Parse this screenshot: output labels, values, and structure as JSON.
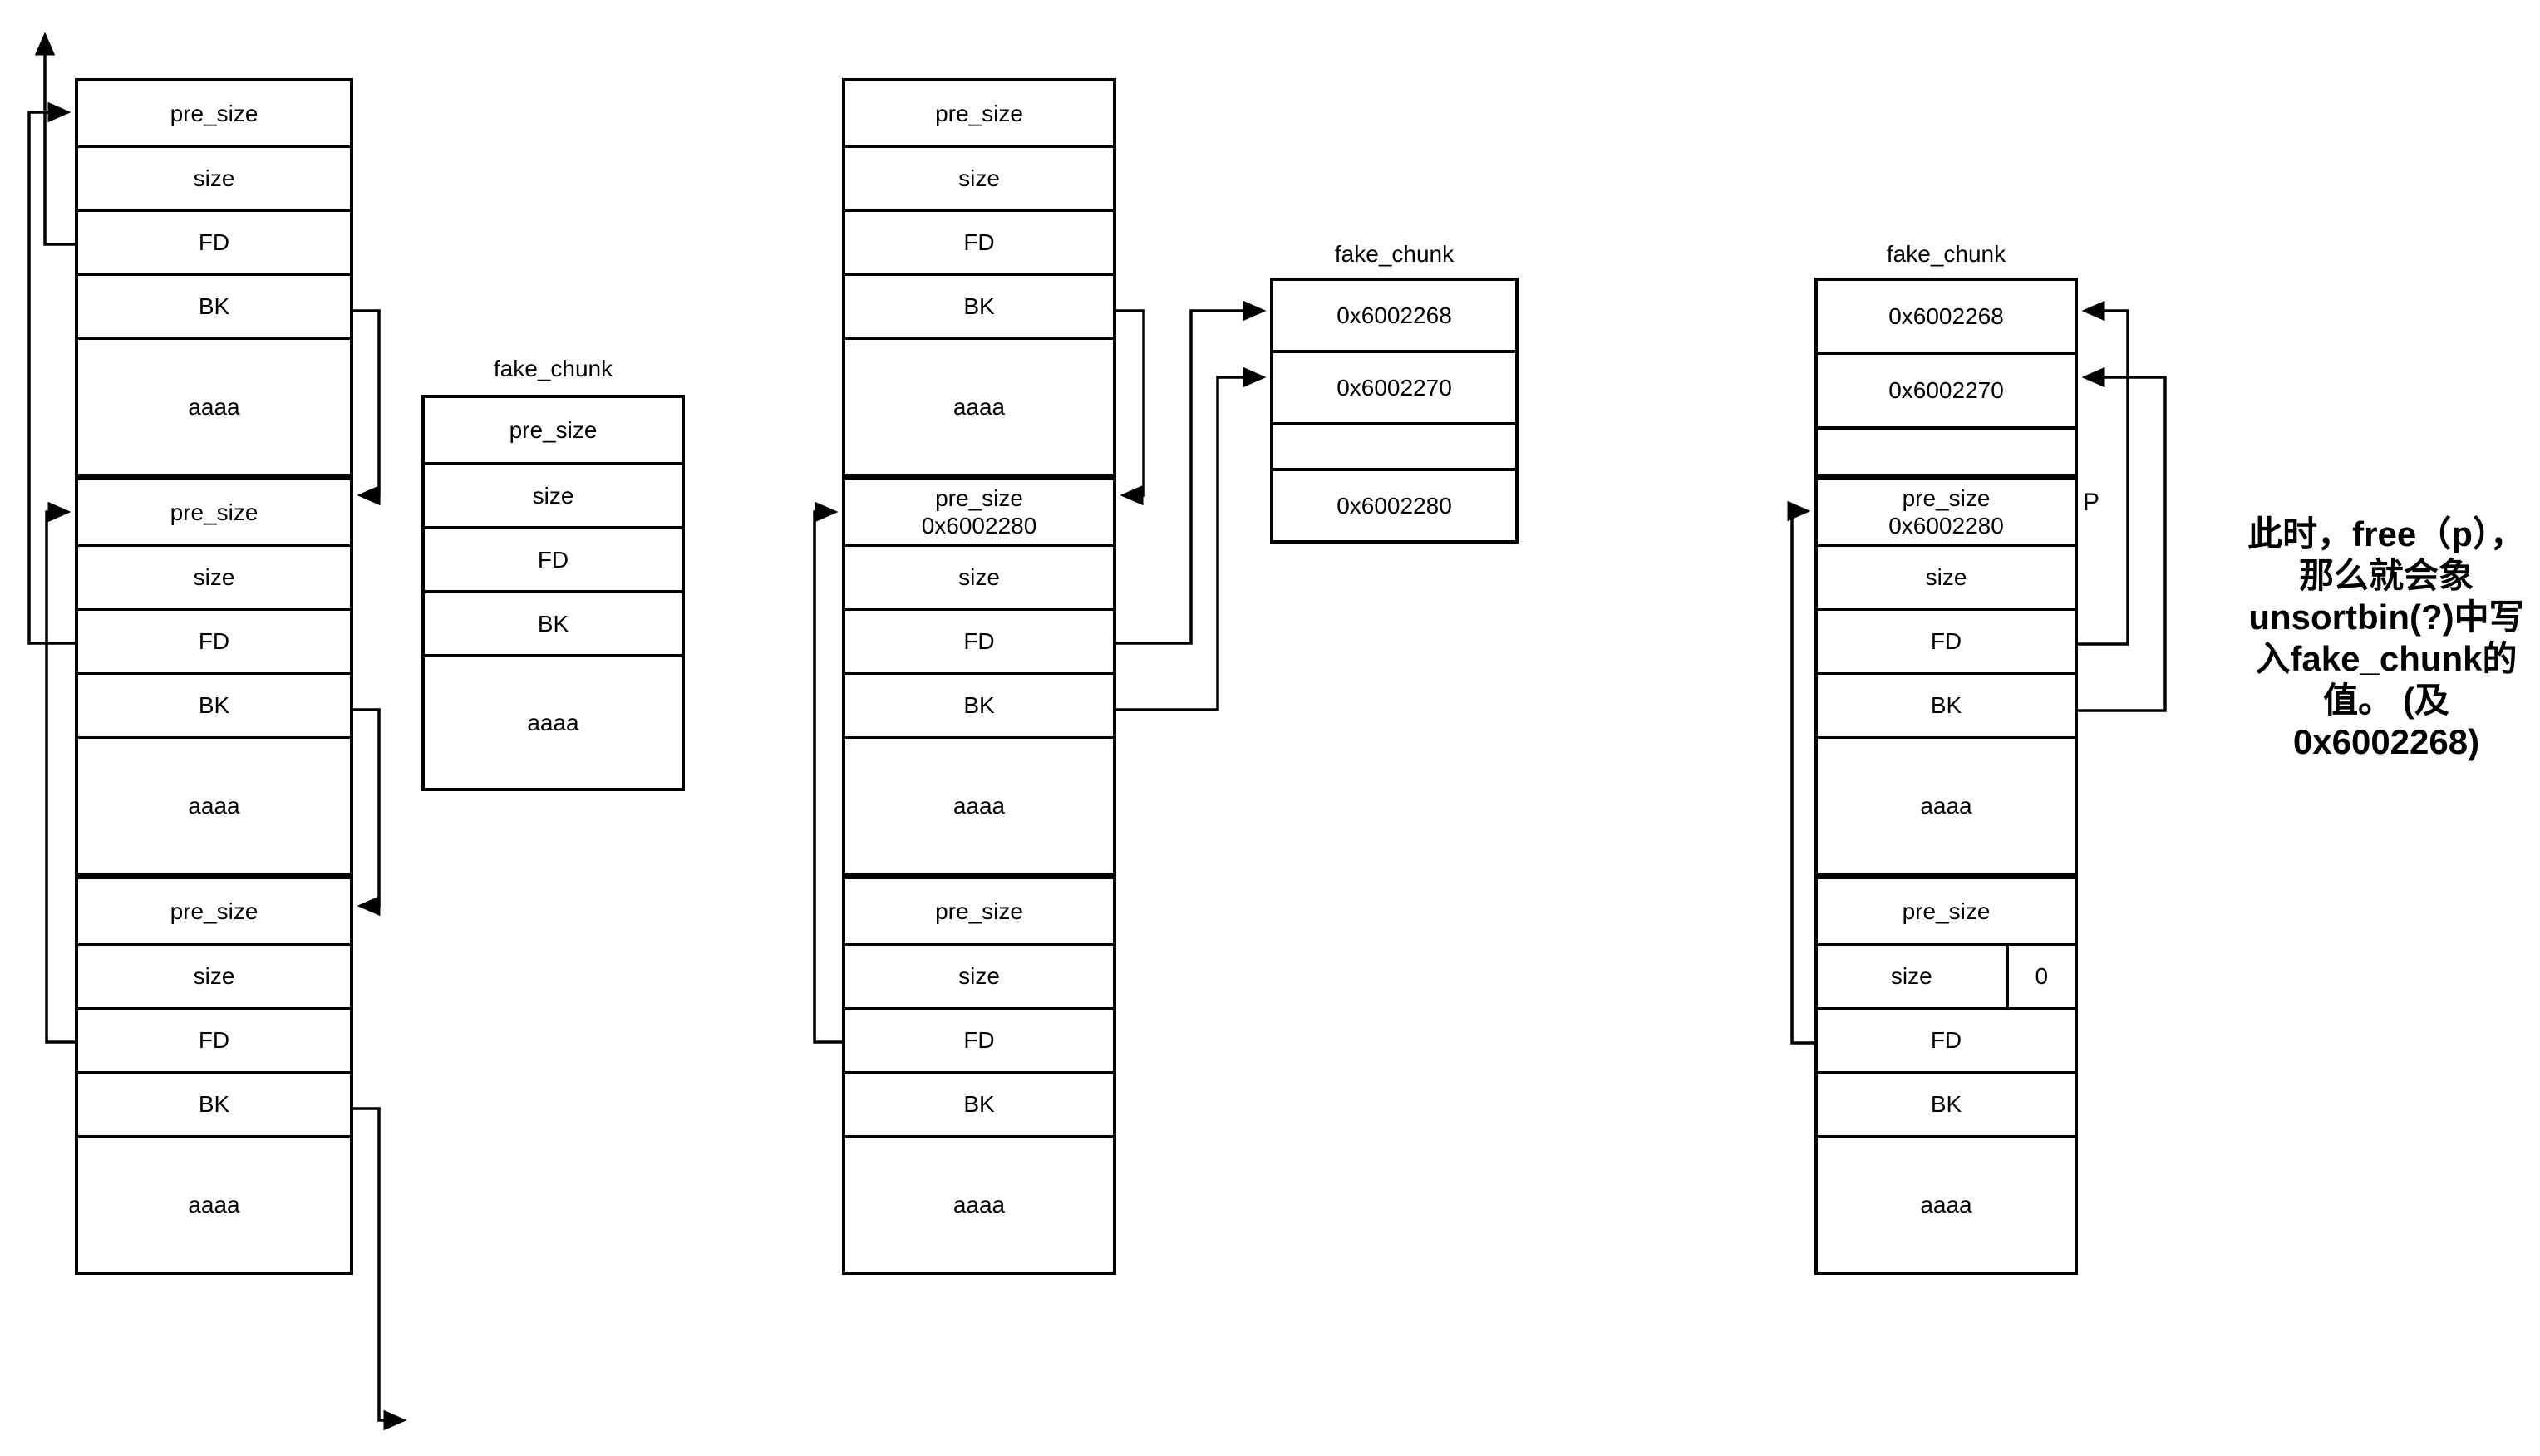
{
  "page": {
    "background": "#ffffff",
    "line_color": "#000000"
  },
  "labels": {
    "pre_size": "pre_size",
    "size": "size",
    "fd": "FD",
    "bk": "BK",
    "aaaa": "aaaa",
    "fake_chunk": "fake_chunk",
    "addr1": "0x6002268",
    "addr2": "0x6002270",
    "addr3": "0x6002280",
    "zero": "0",
    "p": "P"
  },
  "annotation": {
    "lines": [
      "此时，free（p），",
      "那么就会象",
      "unsortbin(?)中写",
      "入fake_chunk的",
      "值。 (及",
      "0x6002268)"
    ]
  }
}
